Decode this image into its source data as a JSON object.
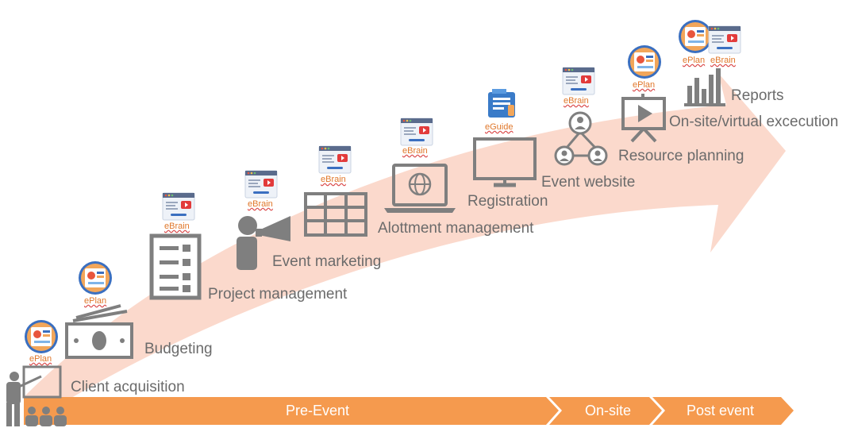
{
  "steps": [
    {
      "label": "Client acquisition",
      "tools": [
        "ePlan"
      ]
    },
    {
      "label": "Budgeting",
      "tools": [
        "ePlan"
      ]
    },
    {
      "label": "Project management",
      "tools": [
        "eBrain"
      ]
    },
    {
      "label": "Event marketing",
      "tools": [
        "eBrain"
      ]
    },
    {
      "label": "Alottment management",
      "tools": [
        "eBrain"
      ]
    },
    {
      "label": "Registration",
      "tools": [
        "eBrain"
      ]
    },
    {
      "label": "Event website",
      "tools": [
        "eGuide"
      ]
    },
    {
      "label": "Resource planning",
      "tools": [
        "eBrain"
      ]
    },
    {
      "label": "On-site/virtual excecution",
      "tools": [
        "ePlan"
      ]
    },
    {
      "label": "Reports",
      "tools": [
        "ePlan",
        "eBrain"
      ]
    }
  ],
  "phases": [
    "Pre-Event",
    "On-site",
    "Post event"
  ],
  "colors": {
    "arrow": "#fbd9cc",
    "phase_bar": "#f59a4e",
    "icon_gray": "#7f7f7f",
    "tool_text": "#e0772a"
  }
}
